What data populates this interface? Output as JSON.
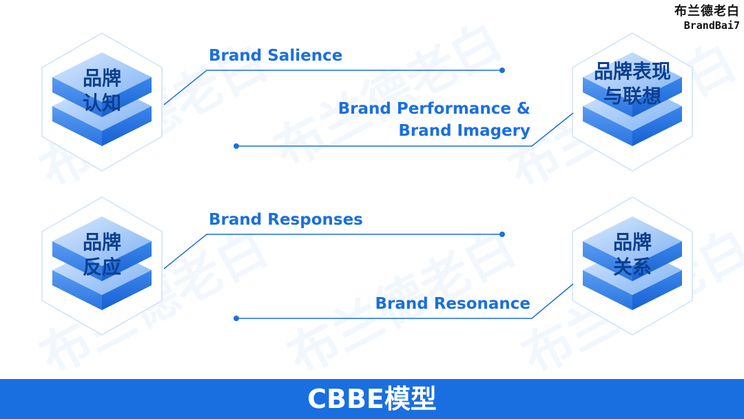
{
  "logo": {
    "cn": "布兰德老白",
    "en": "BrandBai7"
  },
  "watermark": "布兰德老白",
  "labels": {
    "salience": "Brand Salience",
    "performance_line1": "Brand Performance &",
    "performance_line2": "Brand Imagery",
    "responses": "Brand Responses",
    "resonance": "Brand Resonance"
  },
  "cubes": {
    "cognition": {
      "line1": "品牌",
      "line2": "认知"
    },
    "performance": {
      "line1": "品牌表现",
      "line2": "与联想"
    },
    "response": {
      "line1": "品牌",
      "line2": "反应"
    },
    "relationship": {
      "line1": "品牌",
      "line2": "关系"
    }
  },
  "banner": {
    "title": "CBBE模型"
  },
  "colors": {
    "accent": "#1a6fe0",
    "cube_top": "#a9ccf7",
    "cube_side": "#3a86ea",
    "text_dark": "#0d3f8f"
  }
}
